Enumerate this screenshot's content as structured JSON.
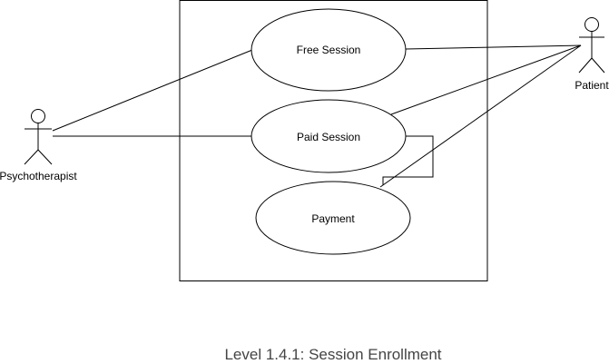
{
  "diagram": {
    "caption": "Level 1.4.1: Session Enrollment",
    "actors": {
      "psychotherapist": "Psychotherapist",
      "patient": "Patient"
    },
    "use_cases": {
      "free_session": "Free Session",
      "paid_session": "Paid Session",
      "payment": "Payment"
    }
  }
}
